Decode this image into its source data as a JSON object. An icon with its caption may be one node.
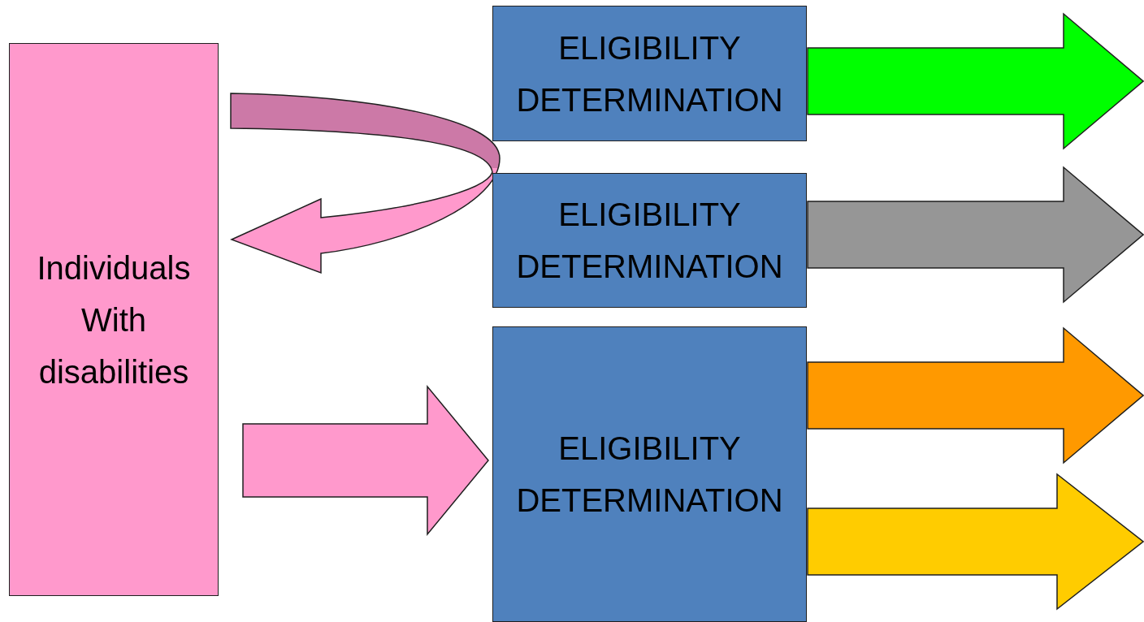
{
  "diagram": {
    "nodes": [
      {
        "text": [
          "Individuals With disabilities"
        ]
      },
      {
        "text": [
          "ELIGIBILITY DETERMINATION"
        ]
      },
      {
        "text": [
          "ELIGIBILITY DETERMINATION"
        ]
      },
      {
        "text": [
          "ELIGIBILITY DETERMINATION"
        ]
      }
    ],
    "edges": [
      {
        "from": null,
        "to": 0,
        "arrow": "to",
        "style": "thick",
        "color": "#ff99cc"
      },
      {
        "from": 0,
        "to": 3,
        "arrow": "to",
        "style": "thick",
        "color": "#ff99cc"
      },
      {
        "from": 1,
        "to": null,
        "arrow": "to",
        "style": "thick",
        "color": "#00ff00"
      },
      {
        "from": 2,
        "to": null,
        "arrow": "to",
        "style": "thick",
        "color": "#969696"
      },
      {
        "from": 3,
        "to": null,
        "arrow": "to",
        "style": "thick",
        "color": "#ff9900"
      },
      {
        "from": 3,
        "to": null,
        "arrow": "to",
        "style": "thick",
        "color": "#ffcc00"
      }
    ]
  }
}
